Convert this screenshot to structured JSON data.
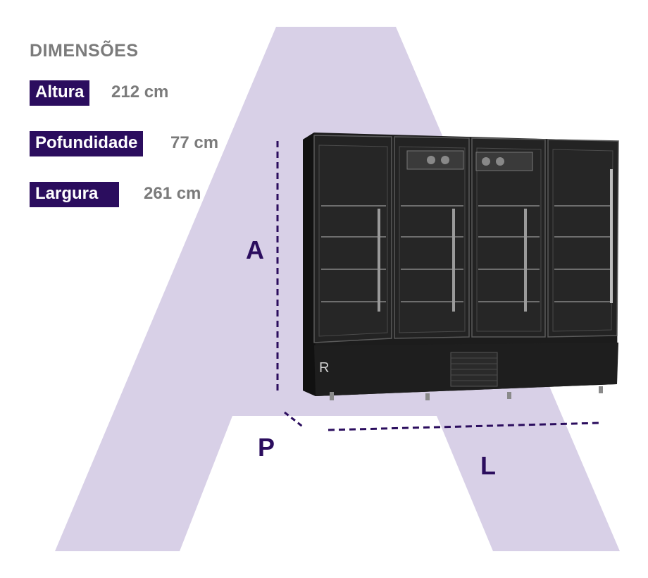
{
  "heading": "DIMENSÕES",
  "dimensions": [
    {
      "label": "Altura",
      "value": "212 cm"
    },
    {
      "label": "Pofundidade",
      "value": "77 cm"
    },
    {
      "label": "Largura",
      "value": "261 cm"
    }
  ],
  "axis_labels": {
    "height": "A",
    "depth": "P",
    "width": "L"
  },
  "brand_mark": "R",
  "colors": {
    "accent": "#2b0d5e",
    "background_letter": "#d8d0e7",
    "muted_text": "#7b7b7b",
    "cabinet": "#1c1c1c"
  }
}
